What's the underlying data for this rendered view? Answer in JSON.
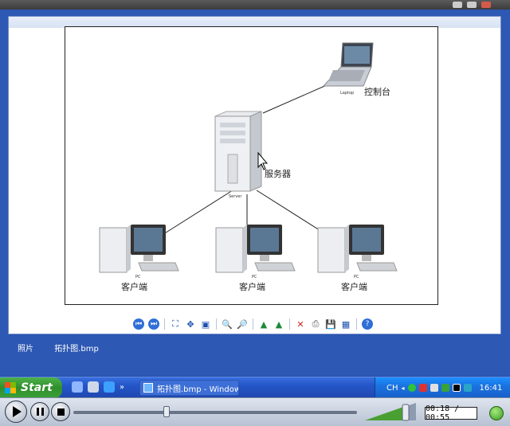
{
  "diagram": {
    "nodes": {
      "console": {
        "label": "控制台",
        "sub": "Laptop"
      },
      "server": {
        "label": "服务器",
        "sub": "Server"
      },
      "clients": [
        {
          "label": "客户端",
          "sub": "PC"
        },
        {
          "label": "客户端",
          "sub": "PC"
        },
        {
          "label": "客户端",
          "sub": "PC"
        }
      ]
    }
  },
  "desktop_icons": [
    {
      "label": "照片",
      "icon": "photo-folder-icon"
    },
    {
      "label": "拓扑图.bmp",
      "icon": "bmp-file-icon"
    }
  ],
  "taskbar": {
    "start_label": "Start",
    "task_label": "拓扑图.bmp - Window...",
    "tray_ime": "CH",
    "clock": "16:41"
  },
  "media": {
    "time": "00:18 / 00:55",
    "progress": 0.33,
    "volume": 0.8
  },
  "colors": {
    "taskbar_blue": "#2456c8",
    "start_green": "#3aa038",
    "desktop_blue": "#2d58b3"
  }
}
